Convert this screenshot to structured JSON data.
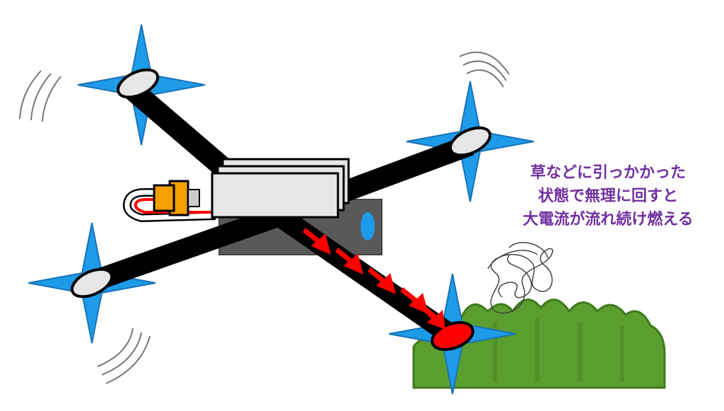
{
  "caption": {
    "lines": [
      "草などに引っかかった",
      "状態で無理に回すと",
      "大電流が流れ続け燃える"
    ],
    "color": "#7030a0"
  },
  "colors": {
    "propeller": "#1e9be8",
    "propeller_outline": "#1a73b8",
    "arm": "#000000",
    "motor_cap": "#e6e6e6",
    "hot_motor": "#ff0000",
    "current_arrow": "#ff0000",
    "battery": "#e6e6e6",
    "connector": "#f5a000",
    "flight_controller": "#595959",
    "grass": "#5a9e2f",
    "smoke": "#333333"
  },
  "icons": [
    "propeller-icon",
    "motor-icon",
    "battery-icon",
    "connector-icon",
    "grass-icon",
    "smoke-icon",
    "arrow-icon",
    "motion-lines-icon"
  ]
}
